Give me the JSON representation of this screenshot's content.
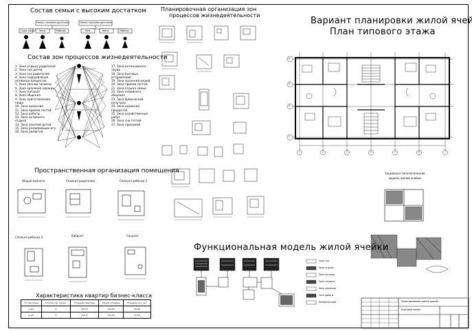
{
  "headings": {
    "family": "Состав семьи с высоким достатком",
    "zones": "Состав зон процессов жизнедеятельности",
    "planning": "Планировочная организация зон процессов жизнедеятельности",
    "variant_line1": "Вариант планировки жилой ячейки",
    "variant_line2": "План типового этажа",
    "spatial": "Пространственная организация помещения",
    "functional": "Функциональная модель жилой ячейки",
    "socio_line1": "Социально-типологическая",
    "socio_line2": "модель жилой ячейки",
    "characteristics": "Характеристика квартир бизнес-класса"
  },
  "family_tree": [
    "Глава семьи",
    "Жена",
    "Ребенок",
    "Муж",
    "Жена",
    "Ребенок"
  ],
  "zone_list_left": [
    "1. Зона отдыха родителей",
    "2. Зона сна детей",
    "3. Зона сна родителей",
    "4. Зона оздоровления активных процессов",
    "5. Зона личной гигиены",
    "6. Зона хранения одежды",
    "7. Зона питания",
    "8. Зона общения",
    "9. Зона приготовления пищи",
    "10. Зона хранения",
    "11. Зона приема гостей",
    "12. Зона работы",
    "13. Зона активного отдыха",
    "14. Зона занятий детей",
    "15. Зона развивающих игр",
    "16. Зона развития"
  ],
  "zone_list_right": [
    "17. Зона интенсивного труда",
    "18. Зона бытовых отправлений",
    "19. Зона хранения вещей",
    "20. Зона приема гостей",
    "21. Зона отдыха семьи",
    "22. Зона семейного общения",
    "23. Зона физической культуры",
    "24. Зона хранения продуктов",
    "25. Зона хозяйственных работ",
    "26. Зона сна гостей",
    "27. Зона прихожей"
  ],
  "spatial_rooms": [
    "Общая комната",
    "Спальня родителей",
    "Спальня ребенка 1",
    "Спальня ребенка 2",
    "Кабинет",
    "Санузел"
  ],
  "characteristics_table": {
    "header": [
      "Состав семьи",
      "Количество комнат",
      "Площадь квартиры",
      "Общая площадь",
      "Площадь на 1 чел."
    ],
    "rows": [
      [
        "4 чел.",
        "5",
        "160 м²",
        "144,00",
        "40,00"
      ],
      [
        "4 чел.",
        "5",
        "150 м²",
        "132,00",
        "37,50"
      ]
    ]
  },
  "grid_letters": [
    "А",
    "Б",
    "В",
    "Г"
  ],
  "grid_numbers": [
    "1",
    "2",
    "3",
    "4",
    "5",
    "6",
    "7"
  ],
  "legend_items": [
    "Зона сна",
    "Зона отдыха",
    "Зона питания",
    "Зона гигиены",
    "Зона хранения",
    "Зона работы",
    "Коммуникации"
  ],
  "stamp": {
    "title": "Проектирование жилых зданий",
    "subtitle": "Курсовой проект"
  }
}
